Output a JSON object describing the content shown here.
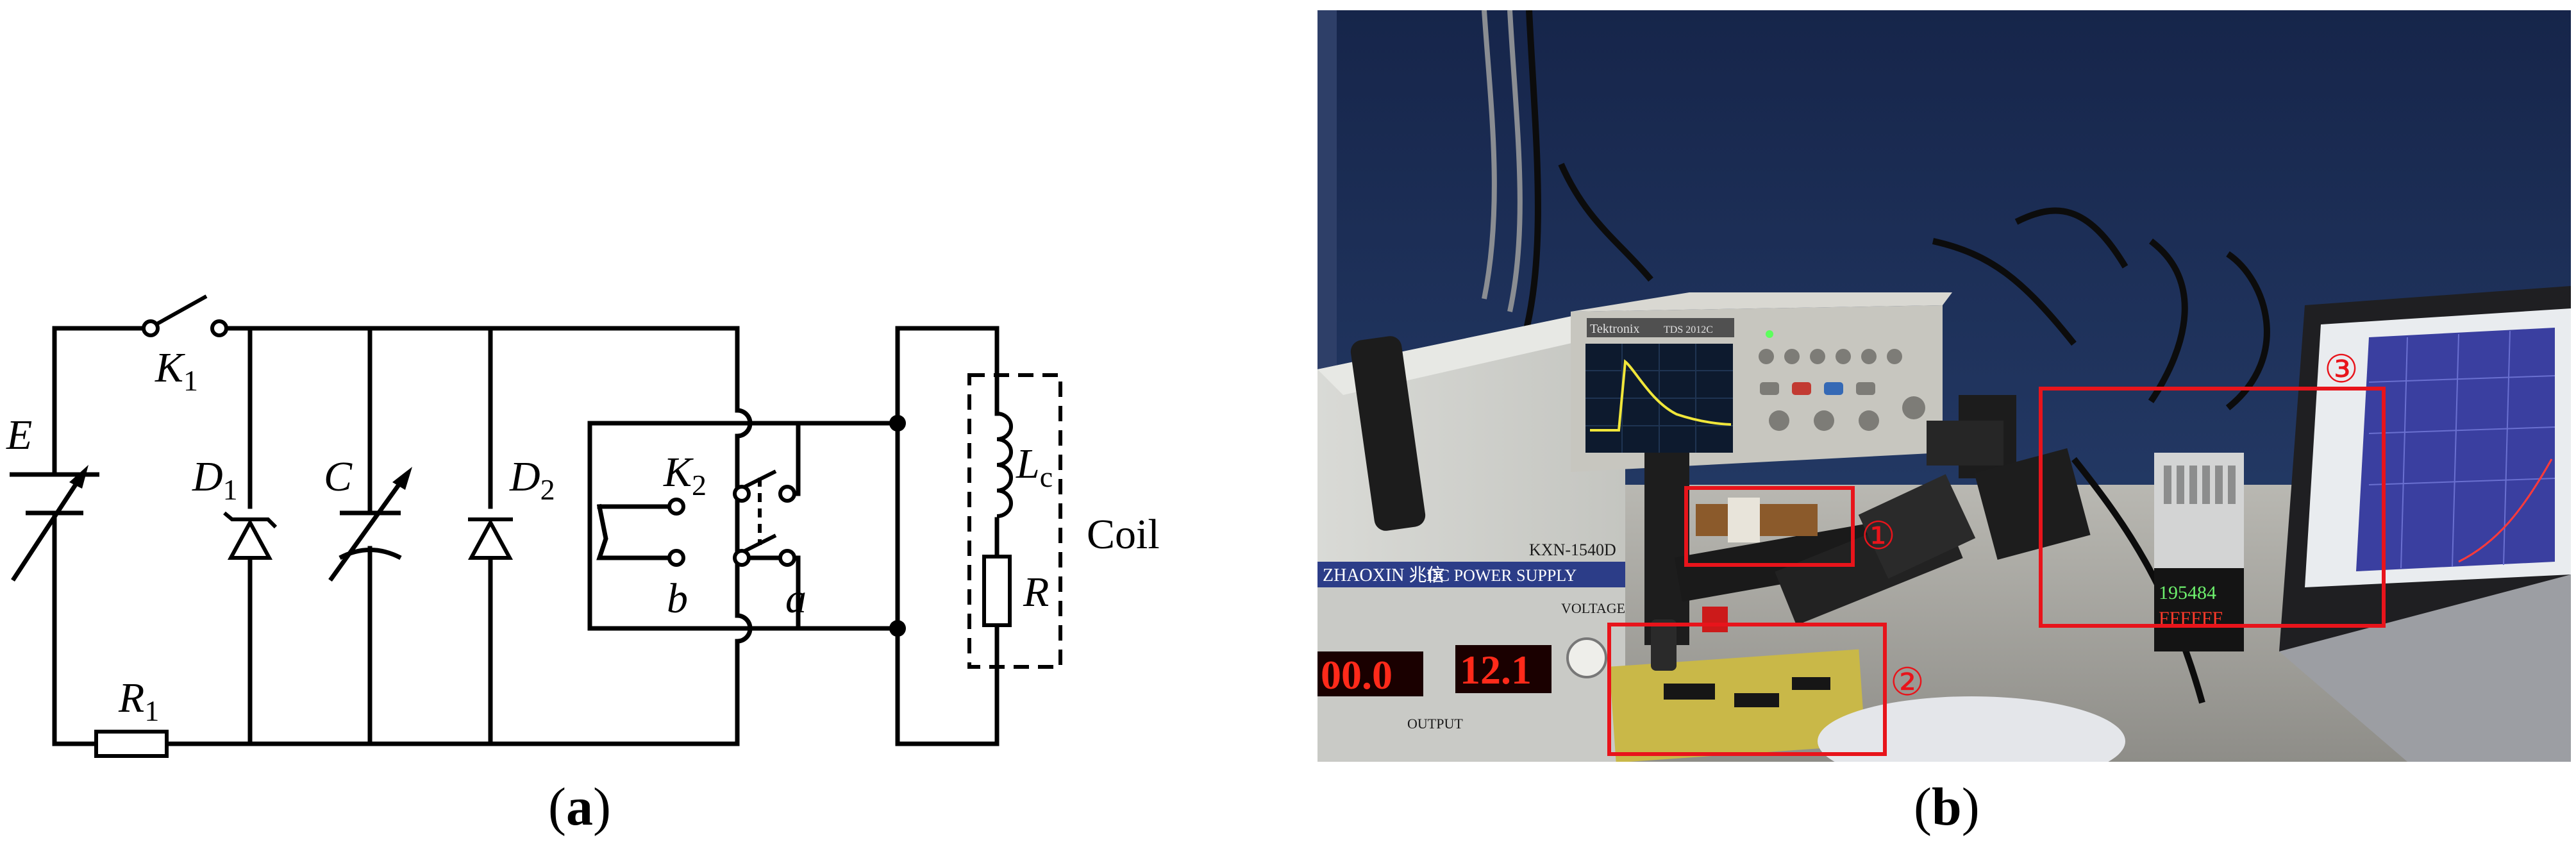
{
  "panel_a": {
    "caption_open": "(",
    "caption_letter": "a",
    "caption_close": ")",
    "labels": {
      "K1_main": "K",
      "K1_sub": "1",
      "E": "E",
      "D1_main": "D",
      "D1_sub": "1",
      "C": "C",
      "D2_main": "D",
      "D2_sub": "2",
      "K2_main": "K",
      "K2_sub": "2",
      "b": "b",
      "a": "a",
      "Lc_main": "L",
      "Lc_sub": "c",
      "R": "R",
      "coil": "Coil",
      "R1_main": "R",
      "R1_sub": "1"
    }
  },
  "panel_b": {
    "caption_open": "(",
    "caption_letter": "b",
    "caption_close": ")",
    "markers": [
      "①",
      "②",
      "③"
    ],
    "power_supply": {
      "brand": "ZHAOXIN 兆信",
      "title": "DC POWER SUPPLY",
      "model": "KXN-1540D",
      "voltage_label": "VOLTAGE",
      "output_label": "OUTPUT",
      "display_left": "00.0",
      "display_right": "12.1"
    },
    "oscilloscope": {
      "brand": "Tektronix",
      "model": "TDS 2012C"
    },
    "meter_display_top": "195484",
    "meter_display_bottom": "FFFFFF",
    "marker_color": "#e8141b"
  }
}
